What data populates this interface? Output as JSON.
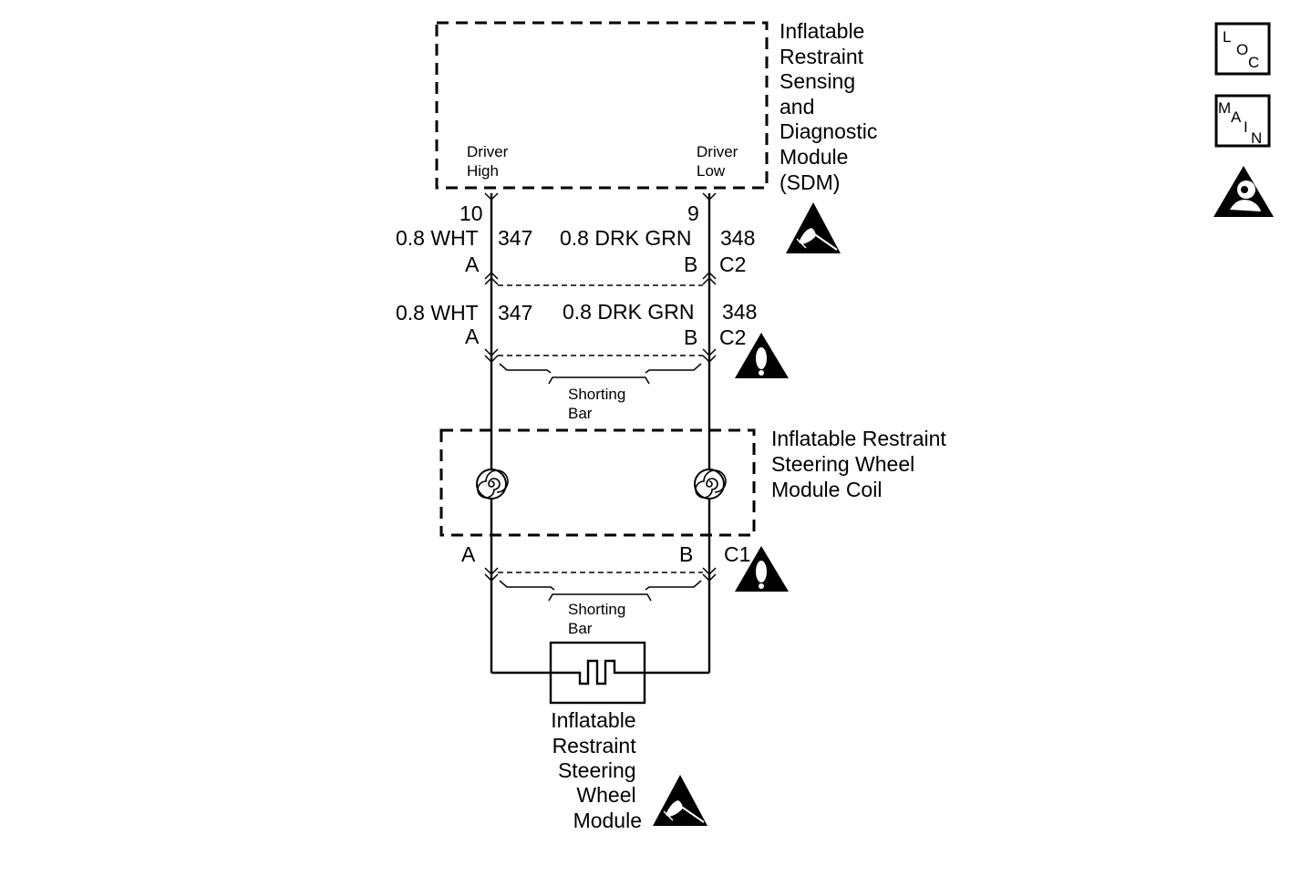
{
  "sdm": {
    "name_lines": [
      "Inflatable",
      "Restraint",
      "Sensing",
      "and",
      "Diagnostic",
      "Module",
      "(SDM)"
    ],
    "pin_high_lines": [
      "Driver",
      "High"
    ],
    "pin_low_lines": [
      "Driver",
      "Low"
    ]
  },
  "wires": {
    "left_pin_number": "10",
    "right_pin_number": "9",
    "left_spec": "0.8 WHT",
    "left_circuit": "347",
    "right_spec": "0.8 DRK GRN",
    "right_circuit": "348"
  },
  "connectors": {
    "upper_left_terminal": "A",
    "upper_right_terminal": "B",
    "upper_connector": "C2",
    "lower_left_terminal": "A",
    "lower_right_terminal": "B",
    "lower_connector": "C2",
    "coil_left_terminal": "A",
    "coil_right_terminal": "B",
    "coil_connector": "C1"
  },
  "shorting_bar": {
    "lines": [
      "Shorting",
      "Bar"
    ]
  },
  "coil": {
    "name_lines": [
      "Inflatable Restraint",
      "Steering Wheel",
      "Module Coil"
    ]
  },
  "module": {
    "name_lines": [
      "Inflatable",
      "Restraint",
      "Steering",
      "Wheel",
      "Module"
    ]
  },
  "nav": {
    "loc": [
      "L",
      "O",
      "C"
    ],
    "main": [
      "M",
      "A",
      "I",
      "N"
    ]
  },
  "icons": {
    "esd": "esd-warning-icon",
    "caution": "caution-icon",
    "airbag": "airbag-icon",
    "loc": "loc-button-icon",
    "main": "main-button-icon"
  }
}
